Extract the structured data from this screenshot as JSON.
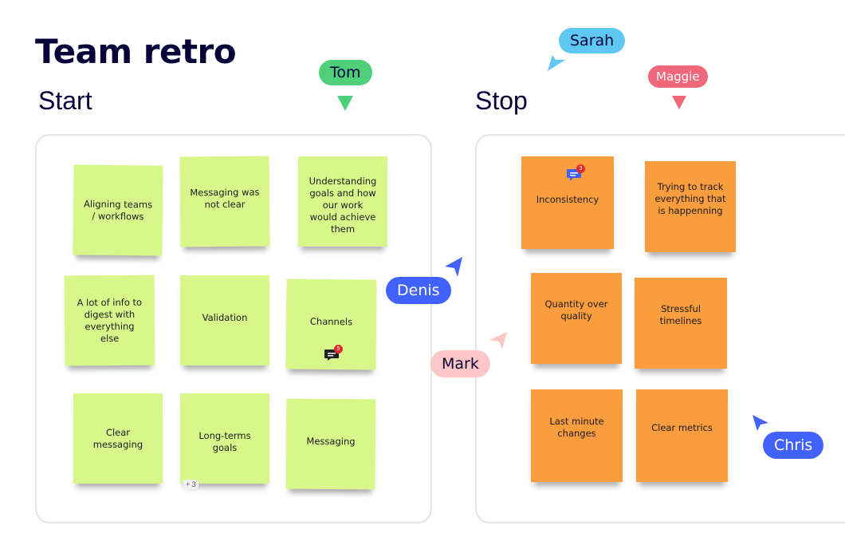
{
  "board": {
    "title": "Team retro"
  },
  "sections": {
    "start": {
      "title": "Start",
      "stickies": [
        "Aligning teams / workflows",
        "Messaging was not clear",
        "Understanding goals and how our work would achieve them",
        "A lot of info to digest with everything else",
        "Validation",
        "Channels",
        "Clear messaging",
        "Long-terms goals",
        "Messaging"
      ]
    },
    "stop": {
      "title": "Stop",
      "stickies": [
        "Inconsistency",
        "Trying to track everything that is happenning",
        "Quantity over quality",
        "Stressful timelines",
        "Last minute changes",
        "Clear metrics"
      ]
    }
  },
  "comments": {
    "inconsistency_count": "3",
    "channels_count": "5"
  },
  "reactions": {
    "long_terms_goals": "3"
  },
  "cursors": [
    {
      "name": "Tom",
      "color": "#4fcf7a"
    },
    {
      "name": "Sarah",
      "color": "#5ec8f2"
    },
    {
      "name": "Maggie",
      "color": "#f2667a"
    },
    {
      "name": "Denis",
      "color": "#4262ff"
    },
    {
      "name": "Mark",
      "color": "#ffc6c6"
    },
    {
      "name": "Chris",
      "color": "#4262ff"
    }
  ],
  "colors": {
    "green_sticky": "#d8f78b",
    "orange_sticky": "#fa9d3e",
    "comment_blue": "#4262ff",
    "badge_red": "#e12b2b"
  }
}
